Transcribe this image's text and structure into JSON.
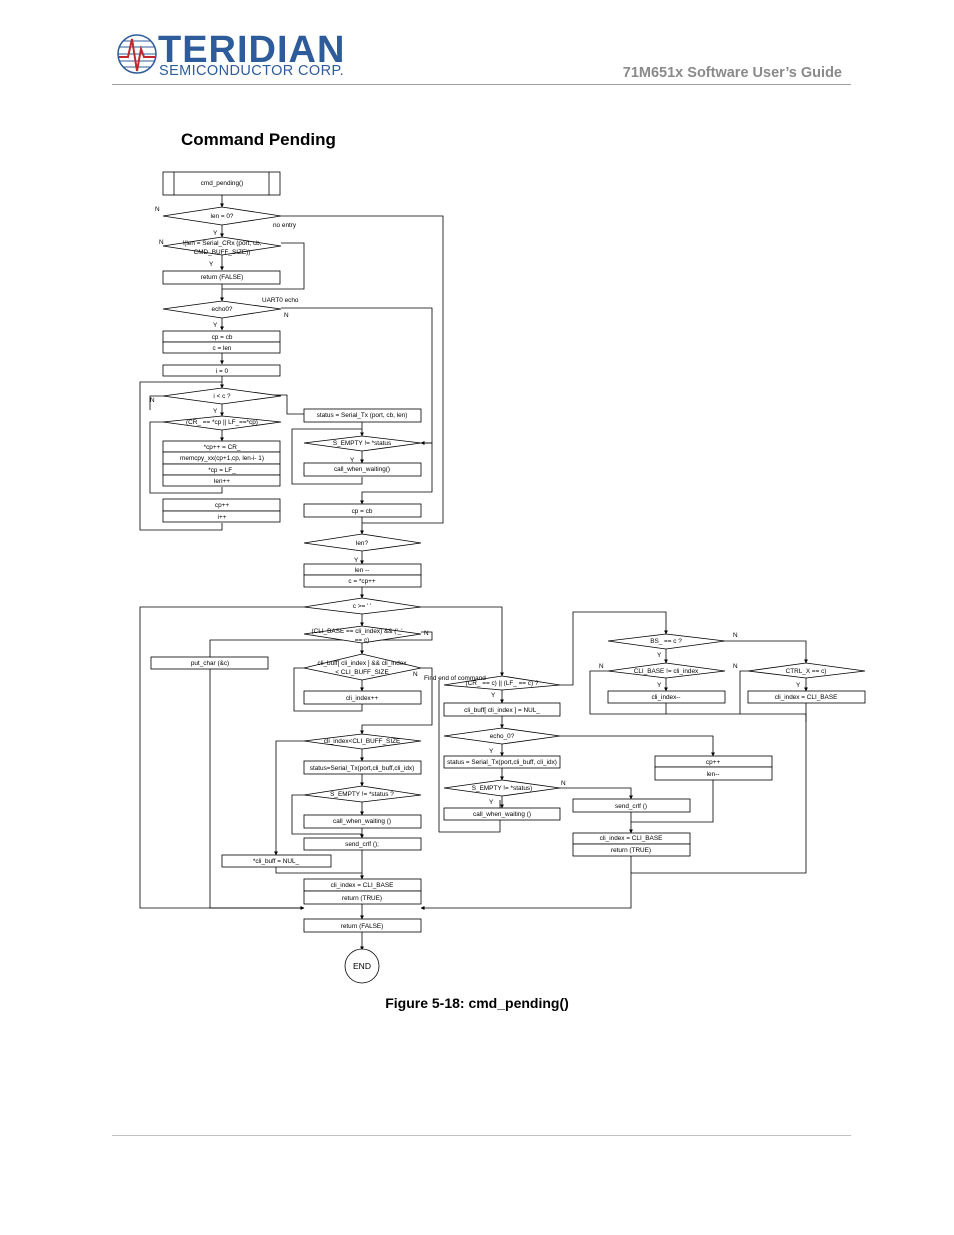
{
  "header": {
    "company": "TERIDIAN",
    "division": "SEMICONDUCTOR CORP.",
    "guide_title": "71M651x Software User’s Guide"
  },
  "section_title": "Command Pending",
  "figure_caption": "Figure 5-18: cmd_pending()",
  "flowchart": {
    "start": "cmd_pending()",
    "d_len0": "len = 0?",
    "d_serial_rx_1": "!(len = Serial_CRx (port, cb,",
    "d_serial_rx_2": "CMD_BUFF_SIZE))",
    "b_return_false_1": "return  (FALSE)",
    "d_echo": "echo0?",
    "b_cp_cb_1": "cp = cb",
    "b_c_len": "c = len",
    "b_i0": "i = 0",
    "d_i_lt_c": "i  < c ?",
    "d_cr_lf": "(CR_ == *cp || LF_==*cp)",
    "b_cpinc_cr": "*cp++ = CR_",
    "b_memcpy": "memcpy_xx(cp+1,cp, len-i- 1)",
    "b_cp_lf": "*cp = LF_",
    "b_lenpp": "len++",
    "b_cppp": "cp++",
    "b_ipp": "i++",
    "b_status_tx": "status = Serial_Tx (port, cb, len)",
    "d_sempty_1": "S_EMPTY != *status",
    "b_call_wait_1": "call_when_waiting()",
    "b_cp_cb_2": "cp = cb",
    "d_len_q": "len?",
    "b_len_dec": "len --",
    "b_c_cpinc": "c = *cp++",
    "d_c_ge_space": "c >= ' '",
    "d_cli_base_1": "(CLI_BASE == cli_index) &&  ('_'",
    "d_cli_base_2": "== c)",
    "b_put_char": "put_char (&c)",
    "d_cli_buff_1": "cli_buff[ cli_index ] && cli_index",
    "d_cli_buff_2": "< CLI_BUFF_SIZE",
    "b_cli_idx_pp": "cli_index++",
    "d_cli_idx_lt": "cli_index<CLI_BUFF_SIZE",
    "b_status_tx2": "status=Serial_Tx(port,cli_buff,cli_idx)",
    "d_sempty_2": "S_EMPTY != *status ?",
    "b_call_wait_2": "call_when_waiting ()",
    "b_send_crlf_1": "send_crlf ();",
    "b_cli_buff_nul": "*cli_buff = NUL_",
    "b_cli_idx_base_1": "cli_index   = CLI_BASE",
    "b_return_true_1": "return (TRUE)",
    "b_return_false_2": "return (FALSE)",
    "end": "END",
    "d_cr_lf_c": "(CR_ == c) || (LF_ == c) ?",
    "b_cli_buff_nul2": "cli_buff[ cli_index ] = NUL_",
    "d_echo_0": "echo_0?",
    "b_status_tx3": "status = Serial_Tx(port,cli_buff, cli_idx)",
    "d_sempty_3": "S_EMPTY != *status)",
    "b_call_wait_3": "call_when_waiting ()",
    "b_send_crlf_2": "send_crlf ()",
    "b_cli_idx_base_2": "cli_index   = CLI_BASE",
    "b_return_true_2": "return (TRUE)",
    "b_cppp2": "cp++",
    "b_len_dec2": "len--",
    "d_bs": "BS_ == c ?",
    "d_cli_base_ne": "CLI_BASE != cli_index",
    "b_cli_idx_dec": "cli_index--",
    "d_ctrl_x": "CTRL_X == c)",
    "b_cli_idx_base_3": "cli_index = CLI_BASE",
    "lbl_no_entry": "no entry",
    "lbl_uart0_echo": "UART0 echo",
    "lbl_find_end": "Find end of command",
    "lbl_y": "Y",
    "lbl_n": "N"
  }
}
